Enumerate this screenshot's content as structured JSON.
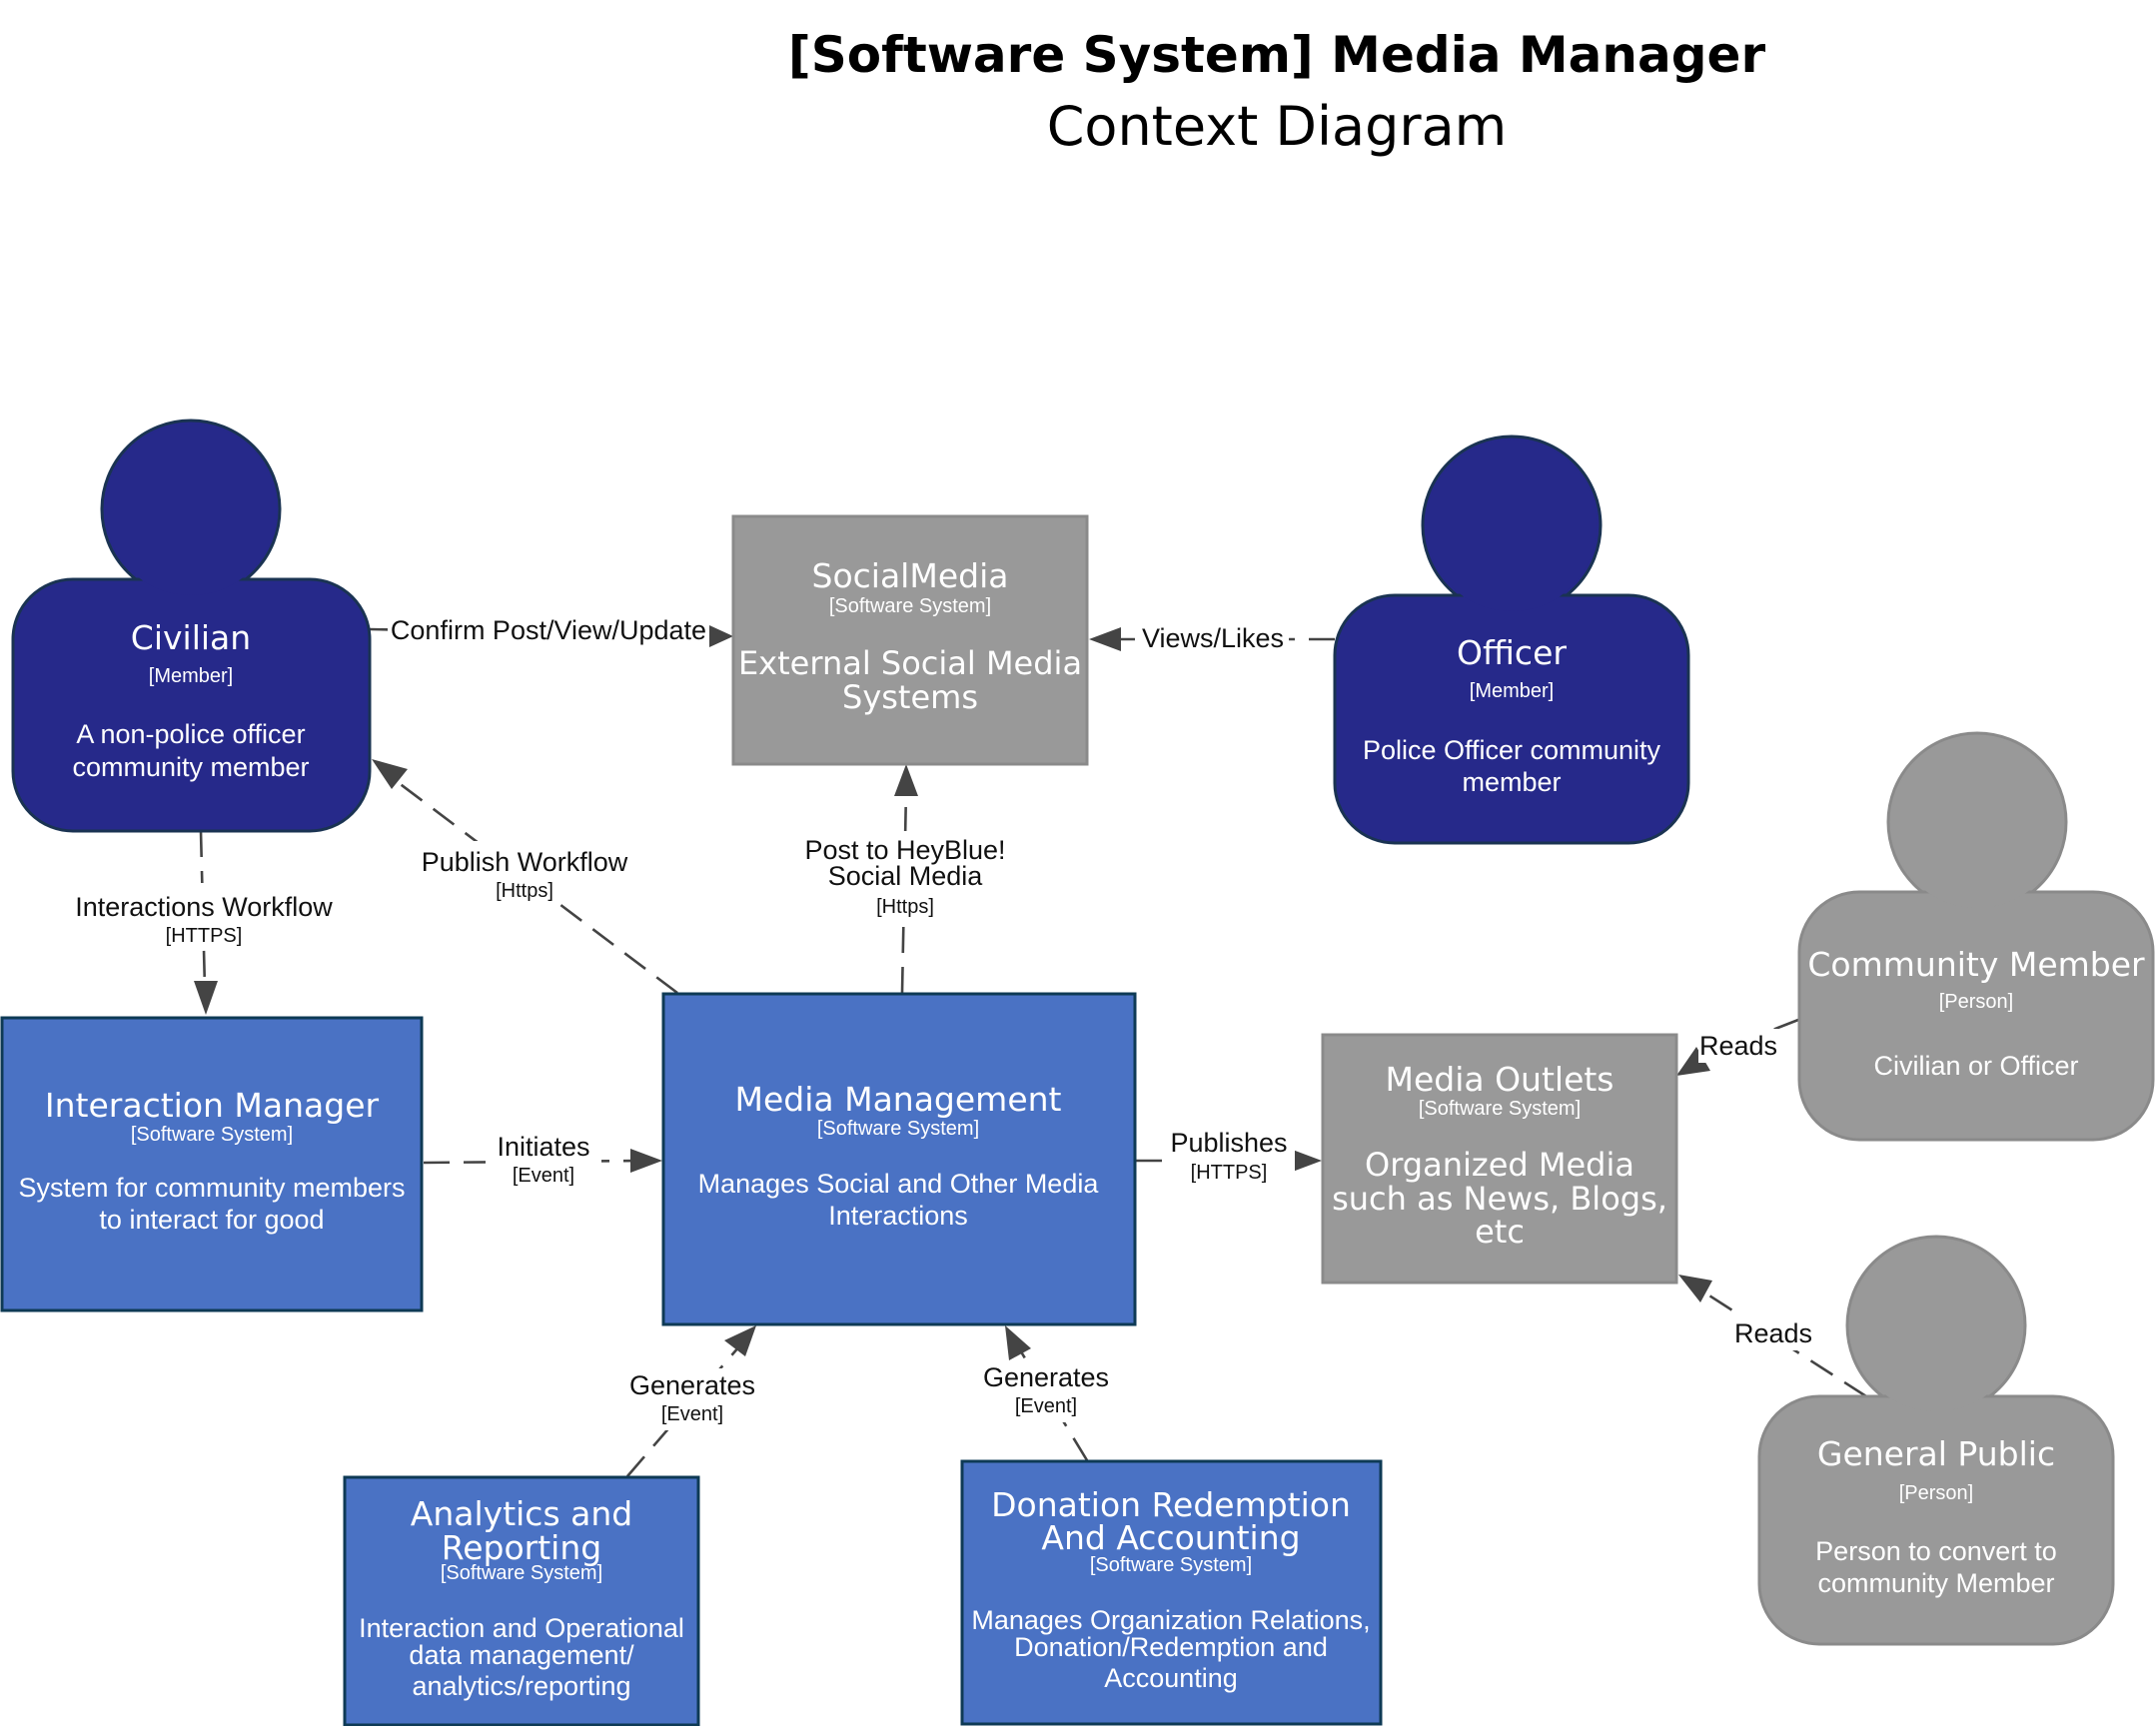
{
  "title": "[Software System] Media Manager",
  "subtitle": "Context Diagram",
  "colors": {
    "person_member": "#26298a",
    "software_system": "#4a72c4",
    "external_system": "#999999",
    "person_external": "#999999",
    "border": "#0e3a55"
  },
  "nodes": {
    "civilian": {
      "name": "Civilian",
      "type": "[Member]",
      "desc": [
        "A non-police officer",
        "community member"
      ]
    },
    "officer": {
      "name": "Officer",
      "type": "[Member]",
      "desc": [
        "Police Officer community",
        "member"
      ]
    },
    "social_media": {
      "name": "SocialMedia",
      "type": "[Software System]",
      "desc": [
        "External Social Media",
        "Systems"
      ]
    },
    "community_member": {
      "name": "Community Member",
      "type": "[Person]",
      "desc": [
        "Civilian or Officer"
      ]
    },
    "interaction_manager": {
      "name": "Interaction Manager",
      "type": "[Software System]",
      "desc": [
        "System for community members",
        "to interact for good"
      ]
    },
    "media_management": {
      "name": "Media Management",
      "type": "[Software System]",
      "desc": [
        "Manages Social and Other Media",
        "Interactions"
      ]
    },
    "media_outlets": {
      "name": "Media Outlets",
      "type": "[Software System]",
      "desc": [
        "Organized Media",
        "such as News, Blogs,",
        "etc"
      ]
    },
    "analytics": {
      "name": [
        "Analytics and",
        "Reporting"
      ],
      "type": "[Software System]",
      "desc": [
        "Interaction and Operational",
        "data management/",
        "analytics/reporting"
      ]
    },
    "donation": {
      "name": [
        "Donation Redemption",
        "And Accounting"
      ],
      "type": "[Software System]",
      "desc": [
        "Manages Organization Relations,",
        "Donation/Redemption and",
        "Accounting"
      ]
    },
    "general_public": {
      "name": "General Public",
      "type": "[Person]",
      "desc": [
        "Person to convert to",
        "community Member"
      ]
    }
  },
  "edges": {
    "confirm_post": {
      "label": "Confirm Post/View/Update"
    },
    "views_likes": {
      "label": "Views/Likes"
    },
    "interactions_workflow": {
      "label": "Interactions Workflow",
      "tech": "[HTTPS]"
    },
    "publish_workflow": {
      "label": "Publish Workflow",
      "tech": "[Https]"
    },
    "post_heyblue": {
      "label": [
        "Post to HeyBlue!",
        "Social Media"
      ],
      "tech": "[Https]"
    },
    "initiates": {
      "label": "Initiates",
      "tech": "[Event]"
    },
    "publishes": {
      "label": "Publishes",
      "tech": "[HTTPS]"
    },
    "reads_community": {
      "label": "Reads"
    },
    "reads_public": {
      "label": "Reads"
    },
    "generates_analytics": {
      "label": "Generates",
      "tech": "[Event]"
    },
    "generates_donation": {
      "label": "Generates",
      "tech": "[Event]"
    }
  }
}
